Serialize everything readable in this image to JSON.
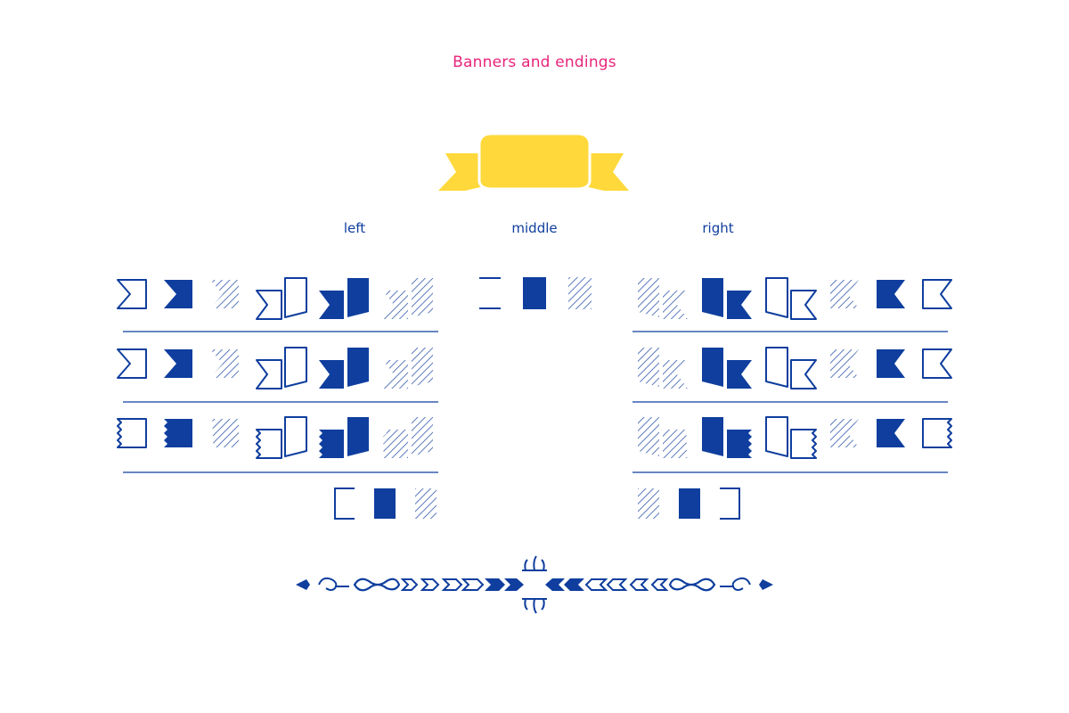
{
  "title": "Banners and endings",
  "columns": {
    "left": "left",
    "middle": "middle",
    "right": "right"
  },
  "colors": {
    "title": "#e8247a",
    "ink": "#0f3e9e",
    "banner": "#ffd93b",
    "background": "#ffffff"
  },
  "icons": {
    "banner": "ribbon-banner-icon",
    "outline": "outline-banner-end-icon",
    "filled": "filled-banner-end-icon",
    "hatched": "hatched-banner-end-icon",
    "ornament": "arrow-flourish-ornament-icon"
  }
}
